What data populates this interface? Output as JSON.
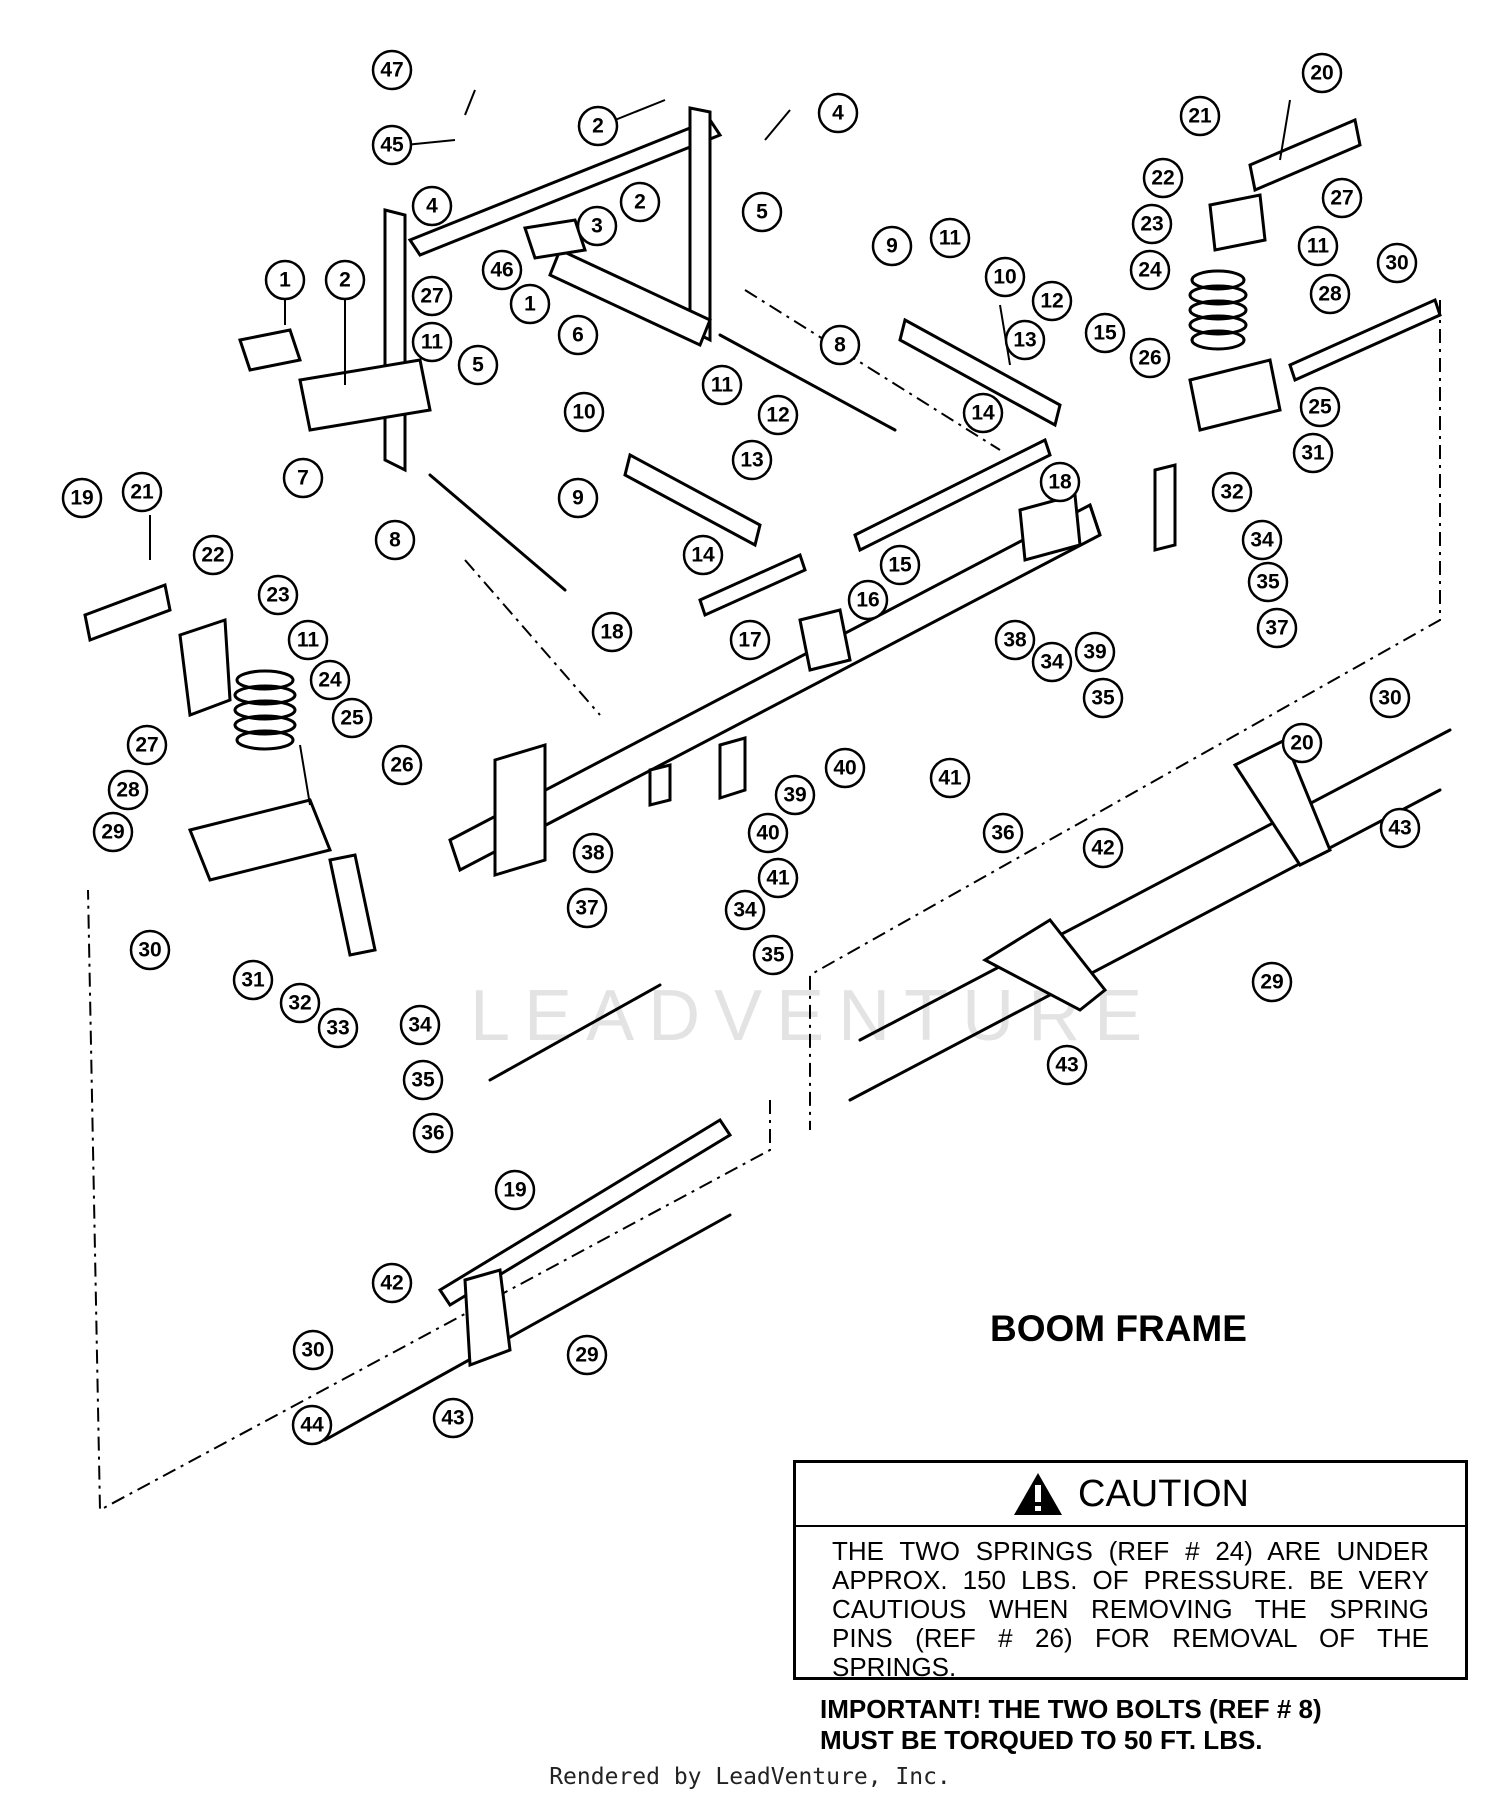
{
  "diagram": {
    "title": "BOOM FRAME",
    "watermark": "LEADVENTURE",
    "callouts": [
      "1",
      "2",
      "3",
      "4",
      "5",
      "6",
      "7",
      "8",
      "9",
      "10",
      "11",
      "12",
      "13",
      "14",
      "15",
      "16",
      "17",
      "18",
      "19",
      "20",
      "21",
      "22",
      "23",
      "24",
      "25",
      "26",
      "27",
      "28",
      "29",
      "30",
      "31",
      "32",
      "33",
      "34",
      "35",
      "36",
      "37",
      "38",
      "39",
      "40",
      "41",
      "42",
      "43",
      "44",
      "45",
      "46",
      "47"
    ]
  },
  "caution": {
    "icon": "warning-triangle-icon",
    "title": "CAUTION",
    "text": "THE TWO SPRINGS (REF # 24) ARE UNDER APPROX. 150 LBS. OF PRESSURE. BE VERY CAUTIOUS WHEN REMOVING THE SPRING PINS (REF # 26) FOR REMOVAL OF THE SPRINGS."
  },
  "important": {
    "line1": "IMPORTANT! THE TWO BOLTS (REF # 8)",
    "line2": "MUST BE TORQUED TO 50 FT. LBS."
  },
  "footer": "Rendered by LeadVenture, Inc."
}
